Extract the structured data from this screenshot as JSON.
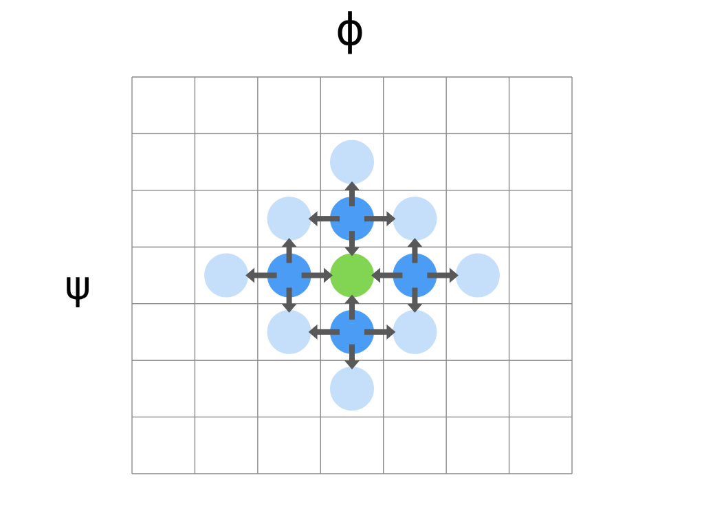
{
  "labels": {
    "top_axis": "ϕ",
    "left_axis": "ψ"
  },
  "grid": {
    "columns": 7,
    "rows": 7,
    "line_color": "#8a8a8a"
  },
  "colors": {
    "center": "#81d553",
    "first_ring": "#4a9cf5",
    "second_ring": "#c5dffa",
    "arrow": "#595959"
  },
  "nodes": {
    "center": [
      {
        "col": 3,
        "row": 3
      }
    ],
    "first_ring": [
      {
        "col": 3,
        "row": 2
      },
      {
        "col": 2,
        "row": 3
      },
      {
        "col": 4,
        "row": 3
      },
      {
        "col": 3,
        "row": 4
      }
    ],
    "second_ring": [
      {
        "col": 3,
        "row": 1
      },
      {
        "col": 2,
        "row": 2
      },
      {
        "col": 4,
        "row": 2
      },
      {
        "col": 1,
        "row": 3
      },
      {
        "col": 5,
        "row": 3
      },
      {
        "col": 2,
        "row": 4
      },
      {
        "col": 4,
        "row": 4
      },
      {
        "col": 3,
        "row": 5
      }
    ]
  },
  "arrows": [
    {
      "from": [
        3,
        2
      ],
      "to": [
        3,
        1
      ]
    },
    {
      "from": [
        3,
        2
      ],
      "to": [
        2,
        2
      ]
    },
    {
      "from": [
        3,
        2
      ],
      "to": [
        4,
        2
      ]
    },
    {
      "from": [
        3,
        2
      ],
      "to": [
        3,
        3
      ]
    },
    {
      "from": [
        2,
        3
      ],
      "to": [
        2,
        2
      ]
    },
    {
      "from": [
        2,
        3
      ],
      "to": [
        1,
        3
      ]
    },
    {
      "from": [
        2,
        3
      ],
      "to": [
        3,
        3
      ]
    },
    {
      "from": [
        2,
        3
      ],
      "to": [
        2,
        4
      ]
    },
    {
      "from": [
        4,
        3
      ],
      "to": [
        4,
        2
      ]
    },
    {
      "from": [
        4,
        3
      ],
      "to": [
        3,
        3
      ]
    },
    {
      "from": [
        4,
        3
      ],
      "to": [
        5,
        3
      ]
    },
    {
      "from": [
        4,
        3
      ],
      "to": [
        4,
        4
      ]
    },
    {
      "from": [
        3,
        4
      ],
      "to": [
        3,
        3
      ]
    },
    {
      "from": [
        3,
        4
      ],
      "to": [
        2,
        4
      ]
    },
    {
      "from": [
        3,
        4
      ],
      "to": [
        4,
        4
      ]
    },
    {
      "from": [
        3,
        4
      ],
      "to": [
        3,
        5
      ]
    }
  ]
}
